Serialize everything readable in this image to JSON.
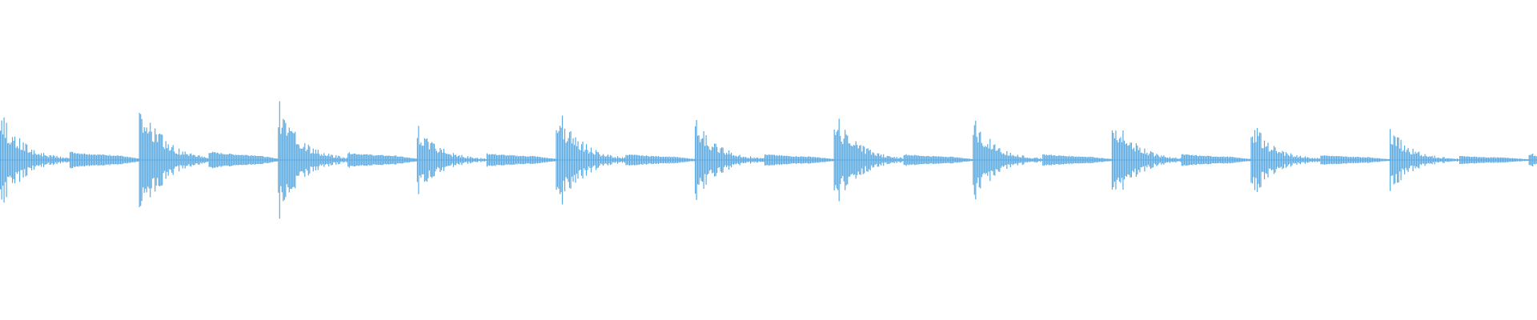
{
  "waveform": {
    "color": "#5dabe2",
    "background": "#ffffff",
    "beats": [
      {
        "accent_peak": 0.23,
        "offbeat_peak": 0.05
      },
      {
        "accent_peak": 0.32,
        "offbeat_peak": 0.05
      },
      {
        "accent_peak": 0.28,
        "offbeat_peak": 0.045
      },
      {
        "accent_peak": 0.17,
        "offbeat_peak": 0.04
      },
      {
        "accent_peak": 0.27,
        "offbeat_peak": 0.035
      },
      {
        "accent_peak": 0.2,
        "offbeat_peak": 0.035
      },
      {
        "accent_peak": 0.24,
        "offbeat_peak": 0.035
      },
      {
        "accent_peak": 0.2,
        "offbeat_peak": 0.035
      },
      {
        "accent_peak": 0.23,
        "offbeat_peak": 0.035
      },
      {
        "accent_peak": 0.19,
        "offbeat_peak": 0.03
      },
      {
        "accent_peak": 0.15,
        "offbeat_peak": 0.025
      },
      {
        "accent_peak": 0.05,
        "offbeat_peak": 0.0
      }
    ]
  }
}
